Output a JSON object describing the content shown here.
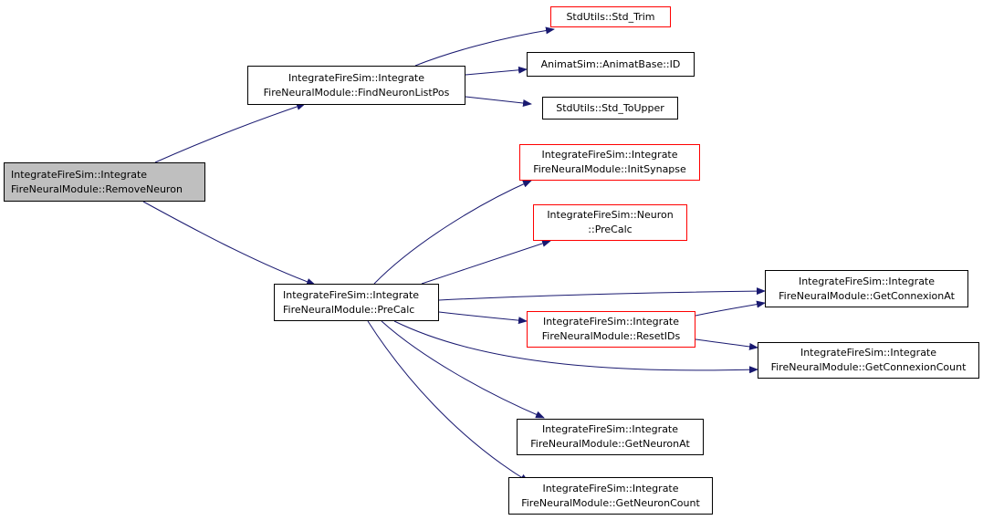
{
  "colors": {
    "edge": "#191970",
    "node_border": "#000000",
    "external_border": "#ff0000",
    "root_fill": "#bfbfbf"
  },
  "nodes": {
    "remove_neuron": {
      "line1": "IntegrateFireSim::Integrate",
      "line2": "FireNeuralModule::RemoveNeuron"
    },
    "find_neuron_list_pos": {
      "line1": "IntegrateFireSim::Integrate",
      "line2": "FireNeuralModule::FindNeuronListPos"
    },
    "std_trim": {
      "line1": "StdUtils::Std_Trim"
    },
    "animat_base_id": {
      "line1": "AnimatSim::AnimatBase::ID"
    },
    "std_to_upper": {
      "line1": "StdUtils::Std_ToUpper"
    },
    "init_synapse": {
      "line1": "IntegrateFireSim::Integrate",
      "line2": "FireNeuralModule::InitSynapse"
    },
    "neuron_precalc": {
      "line1": "IntegrateFireSim::Neuron",
      "line2": "::PreCalc"
    },
    "module_precalc": {
      "line1": "IntegrateFireSim::Integrate",
      "line2": "FireNeuralModule::PreCalc"
    },
    "get_connexion_at": {
      "line1": "IntegrateFireSim::Integrate",
      "line2": "FireNeuralModule::GetConnexionAt"
    },
    "reset_ids": {
      "line1": "IntegrateFireSim::Integrate",
      "line2": "FireNeuralModule::ResetIDs"
    },
    "get_connexion_count": {
      "line1": "IntegrateFireSim::Integrate",
      "line2": "FireNeuralModule::GetConnexionCount"
    },
    "get_neuron_at": {
      "line1": "IntegrateFireSim::Integrate",
      "line2": "FireNeuralModule::GetNeuronAt"
    },
    "get_neuron_count": {
      "line1": "IntegrateFireSim::Integrate",
      "line2": "FireNeuralModule::GetNeuronCount"
    }
  }
}
